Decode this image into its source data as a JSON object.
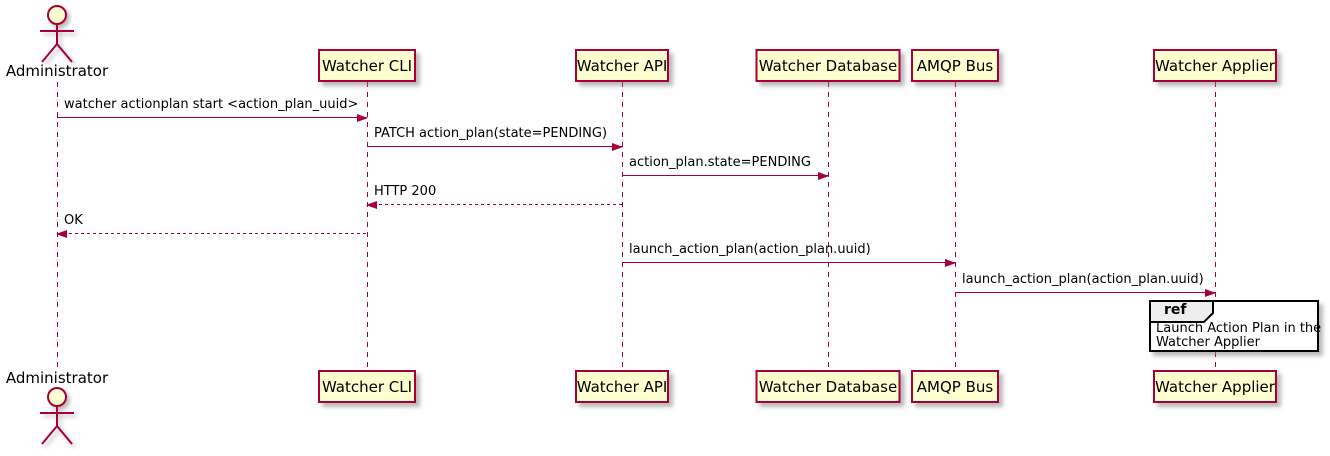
{
  "diagram": {
    "type": "sequence-diagram",
    "style": "plantuml"
  },
  "colors": {
    "participant_fill": "#FEFECE",
    "participant_border": "#A80036",
    "arrow_color": "#A80036",
    "lifeline_color": "#A80036",
    "text_color": "#000000",
    "ref_header_fill": "#EEEEEE",
    "ref_border": "#000000",
    "background": "#FFFFFF"
  },
  "actor": {
    "name": "Administrator"
  },
  "participants": [
    {
      "name": "Watcher CLI"
    },
    {
      "name": "Watcher API"
    },
    {
      "name": "Watcher Database"
    },
    {
      "name": "AMQP Bus"
    },
    {
      "name": "Watcher Applier"
    }
  ],
  "messages": [
    {
      "label": "watcher actionplan start <action_plan_uuid>",
      "from": "Administrator",
      "to": "Watcher CLI",
      "style": "solid"
    },
    {
      "label": "PATCH action_plan(state=PENDING)",
      "from": "Watcher CLI",
      "to": "Watcher API",
      "style": "solid"
    },
    {
      "label": "action_plan.state=PENDING",
      "from": "Watcher API",
      "to": "Watcher Database",
      "style": "solid"
    },
    {
      "label": "HTTP 200",
      "from": "Watcher API",
      "to": "Watcher CLI",
      "style": "dashed-return"
    },
    {
      "label": "OK",
      "from": "Watcher CLI",
      "to": "Administrator",
      "style": "dashed-return"
    },
    {
      "label": "launch_action_plan(action_plan.uuid)",
      "from": "Watcher API",
      "to": "AMQP Bus",
      "style": "solid"
    },
    {
      "label": "launch_action_plan(action_plan.uuid)",
      "from": "AMQP Bus",
      "to": "Watcher Applier",
      "style": "solid"
    }
  ],
  "ref": {
    "keyword": "ref",
    "over": "Watcher Applier",
    "lines": [
      "Launch Action Plan in the",
      "Watcher Applier"
    ]
  }
}
